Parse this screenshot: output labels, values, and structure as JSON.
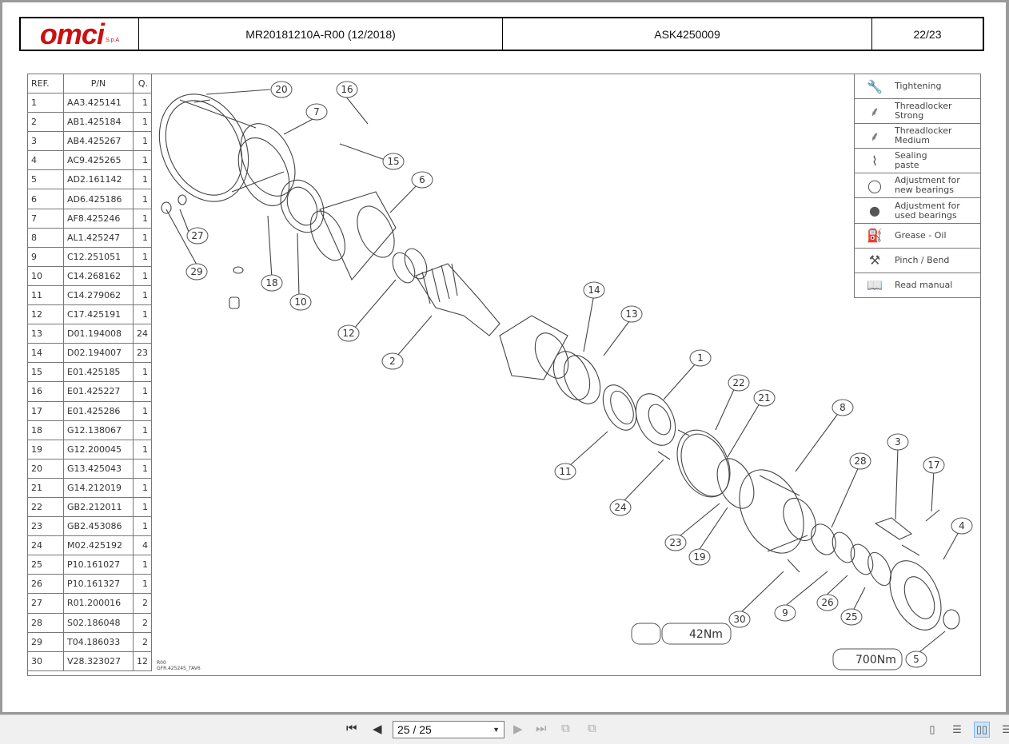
{
  "header": {
    "brand": "omci",
    "brand_suffix": "S.p.A",
    "document_code": "MR20181210A-R00 (12/2018)",
    "assembly_code": "ASK4250009",
    "page_ref": "22/23"
  },
  "parts_table": {
    "columns": [
      "REF.",
      "P/N",
      "Q."
    ],
    "rows": [
      [
        "1",
        "AA3.425141",
        "1"
      ],
      [
        "2",
        "AB1.425184",
        "1"
      ],
      [
        "3",
        "AB4.425267",
        "1"
      ],
      [
        "4",
        "AC9.425265",
        "1"
      ],
      [
        "5",
        "AD2.161142",
        "1"
      ],
      [
        "6",
        "AD6.425186",
        "1"
      ],
      [
        "7",
        "AF8.425246",
        "1"
      ],
      [
        "8",
        "AL1.425247",
        "1"
      ],
      [
        "9",
        "C12.251051",
        "1"
      ],
      [
        "10",
        "C14.268162",
        "1"
      ],
      [
        "11",
        "C14.279062",
        "1"
      ],
      [
        "12",
        "C17.425191",
        "1"
      ],
      [
        "13",
        "D01.194008",
        "24"
      ],
      [
        "14",
        "D02.194007",
        "23"
      ],
      [
        "15",
        "E01.425185",
        "1"
      ],
      [
        "16",
        "E01.425227",
        "1"
      ],
      [
        "17",
        "E01.425286",
        "1"
      ],
      [
        "18",
        "G12.138067",
        "1"
      ],
      [
        "19",
        "G12.200045",
        "1"
      ],
      [
        "20",
        "G13.425043",
        "1"
      ],
      [
        "21",
        "G14.212019",
        "1"
      ],
      [
        "22",
        "GB2.212011",
        "1"
      ],
      [
        "23",
        "GB2.453086",
        "1"
      ],
      [
        "24",
        "M02.425192",
        "4"
      ],
      [
        "25",
        "P10.161027",
        "1"
      ],
      [
        "26",
        "P10.161327",
        "1"
      ],
      [
        "27",
        "R01.200016",
        "2"
      ],
      [
        "28",
        "S02.186048",
        "2"
      ],
      [
        "29",
        "T04.186033",
        "2"
      ],
      [
        "30",
        "V28.323027",
        "12"
      ]
    ]
  },
  "legend": {
    "items": [
      {
        "icon": "wrench-icon",
        "label": "Tightening"
      },
      {
        "icon": "threadlocker-strong-icon",
        "label": "Threadlocker\nStrong"
      },
      {
        "icon": "threadlocker-medium-icon",
        "label": "Threadlocker\nMedium"
      },
      {
        "icon": "sealing-paste-icon",
        "label": "Sealing\npaste"
      },
      {
        "icon": "new-bearing-icon",
        "label": "Adjustment for\nnew bearings"
      },
      {
        "icon": "used-bearing-icon",
        "label": "Adjustment for\nused bearings"
      },
      {
        "icon": "grease-oil-icon",
        "label": "Grease - Oil"
      },
      {
        "icon": "pinch-bend-icon",
        "label": "Pinch / Bend"
      },
      {
        "icon": "manual-icon",
        "label": "Read manual"
      }
    ]
  },
  "drawing": {
    "revision": "R00",
    "drawing_code": "GFR.425245_TAV6",
    "callouts": [
      "20",
      "16",
      "7",
      "15",
      "6",
      "27",
      "29",
      "18",
      "10",
      "12",
      "2",
      "14",
      "13",
      "1",
      "22",
      "21",
      "8",
      "11",
      "24",
      "3",
      "28",
      "17",
      "4",
      "23",
      "19",
      "26",
      "25",
      "9",
      "30",
      "5"
    ],
    "torque_1": "42Nm",
    "torque_2": "700Nm"
  },
  "toolbar": {
    "page_indicator": "25 / 25"
  }
}
